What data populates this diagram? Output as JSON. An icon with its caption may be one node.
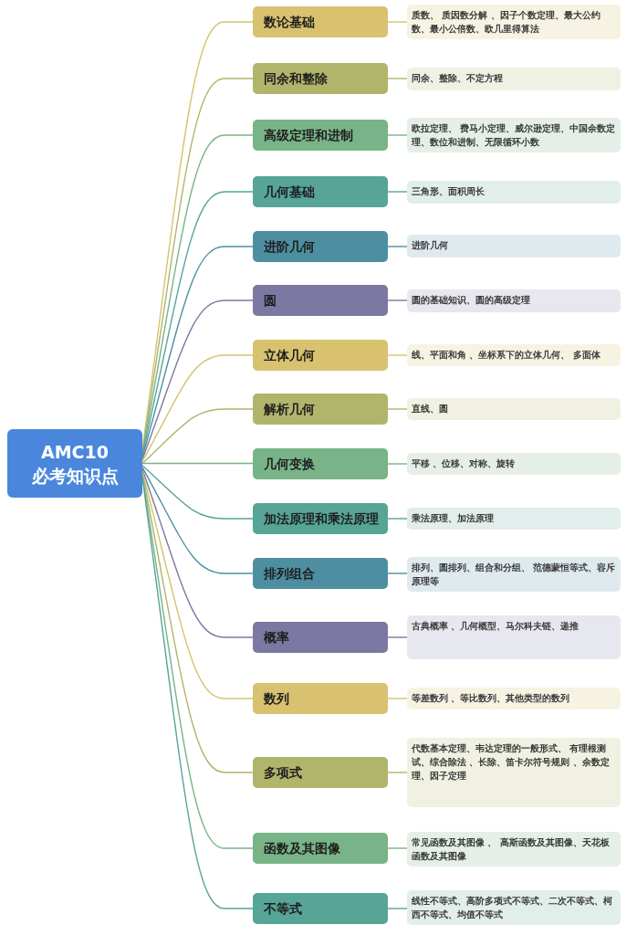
{
  "diagram": {
    "nodes": [
      {
        "text": [
          "AMC10 必考知识点"
        ]
      },
      {
        "text": [
          "数论基础"
        ]
      },
      {
        "text": [
          "质数、 质因数分解 、因子个数定理、最大公约数、最小公倍数、欧几里得算法"
        ]
      },
      {
        "text": [
          "同余和整除"
        ]
      },
      {
        "text": [
          "同余、整除、不定方程"
        ]
      },
      {
        "text": [
          "高级定理和进制"
        ]
      },
      {
        "text": [
          "欧拉定理、 费马小定理、威尔逊定理、中国余数定理、数位和进制、无限循环小数"
        ]
      },
      {
        "text": [
          "几何基础"
        ]
      },
      {
        "text": [
          "三角形、面积周长"
        ]
      },
      {
        "text": [
          "进阶几何"
        ]
      },
      {
        "text": [
          "进阶几何"
        ]
      },
      {
        "text": [
          "圆"
        ]
      },
      {
        "text": [
          "圆的基础知识、圆的高级定理"
        ]
      },
      {
        "text": [
          "立体几何"
        ]
      },
      {
        "text": [
          "线、平面和角 、坐标系下的立体几何、 多面体"
        ]
      },
      {
        "text": [
          "解析几何"
        ]
      },
      {
        "text": [
          "直线、圆"
        ]
      },
      {
        "text": [
          "几何变换"
        ]
      },
      {
        "text": [
          "平移 、位移、对称、旋转"
        ]
      },
      {
        "text": [
          "加法原理和乘法原理"
        ]
      },
      {
        "text": [
          "乘法原理、加法原理"
        ]
      },
      {
        "text": [
          "排列组合"
        ]
      },
      {
        "text": [
          "排列、圆排列、组合和分组、 范德蒙恒等式、容斥原理等"
        ]
      },
      {
        "text": [
          "概率"
        ]
      },
      {
        "text": [
          "古典概率 、几何概型、马尔科夫链、递推"
        ]
      },
      {
        "text": [
          "数列"
        ]
      },
      {
        "text": [
          "等差数列 、等比数列、其他类型的数列"
        ]
      },
      {
        "text": [
          "多项式"
        ]
      },
      {
        "text": [
          "代数基本定理、韦达定理的一般形式、 有理根测试、综合除法 、长除、笛卡尔符号规则 、余数定理、因子定理"
        ]
      },
      {
        "text": [
          "函数及其图像"
        ]
      },
      {
        "text": [
          "常见函数及其图像 、 高斯函数及其图像、天花板函数及其图像"
        ]
      },
      {
        "text": [
          "不等式"
        ]
      },
      {
        "text": [
          "线性不等式、高阶多项式不等式、二次不等式、柯西不等式、均值不等式"
        ]
      }
    ],
    "edges": [
      {
        "from": 0,
        "to": 1,
        "arrow": "none",
        "color": "#d4c46e"
      },
      {
        "from": 1,
        "to": 2,
        "arrow": "none",
        "color": "#d4c46e"
      },
      {
        "from": 0,
        "to": 3,
        "arrow": "none",
        "color": "#b0b56b"
      },
      {
        "from": 3,
        "to": 4,
        "arrow": "none",
        "color": "#b0b56b"
      },
      {
        "from": 0,
        "to": 5,
        "arrow": "none",
        "color": "#78b487"
      },
      {
        "from": 5,
        "to": 6,
        "arrow": "none",
        "color": "#78b487"
      },
      {
        "from": 0,
        "to": 7,
        "arrow": "none",
        "color": "#56a597"
      },
      {
        "from": 7,
        "to": 8,
        "arrow": "none",
        "color": "#56a597"
      },
      {
        "from": 0,
        "to": 9,
        "arrow": "none",
        "color": "#4d8fa1"
      },
      {
        "from": 9,
        "to": 10,
        "arrow": "none",
        "color": "#4d8fa1"
      },
      {
        "from": 0,
        "to": 11,
        "arrow": "none",
        "color": "#7b79a1"
      },
      {
        "from": 11,
        "to": 12,
        "arrow": "none",
        "color": "#7b79a1"
      },
      {
        "from": 0,
        "to": 13,
        "arrow": "none",
        "color": "#d4c46e"
      },
      {
        "from": 13,
        "to": 14,
        "arrow": "none",
        "color": "#d4c46e"
      },
      {
        "from": 0,
        "to": 15,
        "arrow": "none",
        "color": "#b0b56b"
      },
      {
        "from": 15,
        "to": 16,
        "arrow": "none",
        "color": "#b0b56b"
      },
      {
        "from": 0,
        "to": 17,
        "arrow": "none",
        "color": "#78b487"
      },
      {
        "from": 17,
        "to": 18,
        "arrow": "none",
        "color": "#78b487"
      },
      {
        "from": 0,
        "to": 19,
        "arrow": "none",
        "color": "#56a597"
      },
      {
        "from": 19,
        "to": 20,
        "arrow": "none",
        "color": "#56a597"
      },
      {
        "from": 0,
        "to": 21,
        "arrow": "none",
        "color": "#4d8fa1"
      },
      {
        "from": 21,
        "to": 22,
        "arrow": "none",
        "color": "#4d8fa1"
      },
      {
        "from": 0,
        "to": 23,
        "arrow": "none",
        "color": "#7b79a1"
      },
      {
        "from": 23,
        "to": 24,
        "arrow": "none",
        "color": "#7b79a1"
      },
      {
        "from": 0,
        "to": 25,
        "arrow": "none",
        "color": "#d4c46e"
      },
      {
        "from": 25,
        "to": 26,
        "arrow": "none",
        "color": "#d4c46e"
      },
      {
        "from": 0,
        "to": 27,
        "arrow": "none",
        "color": "#b0b56b"
      },
      {
        "from": 27,
        "to": 28,
        "arrow": "none",
        "color": "#b0b56b"
      },
      {
        "from": 0,
        "to": 29,
        "arrow": "none",
        "color": "#78b487"
      },
      {
        "from": 29,
        "to": 30,
        "arrow": "none",
        "color": "#78b487"
      },
      {
        "from": 0,
        "to": 31,
        "arrow": "none",
        "color": "#56a597"
      },
      {
        "from": 31,
        "to": 32,
        "arrow": "none",
        "color": "#56a597"
      }
    ]
  }
}
